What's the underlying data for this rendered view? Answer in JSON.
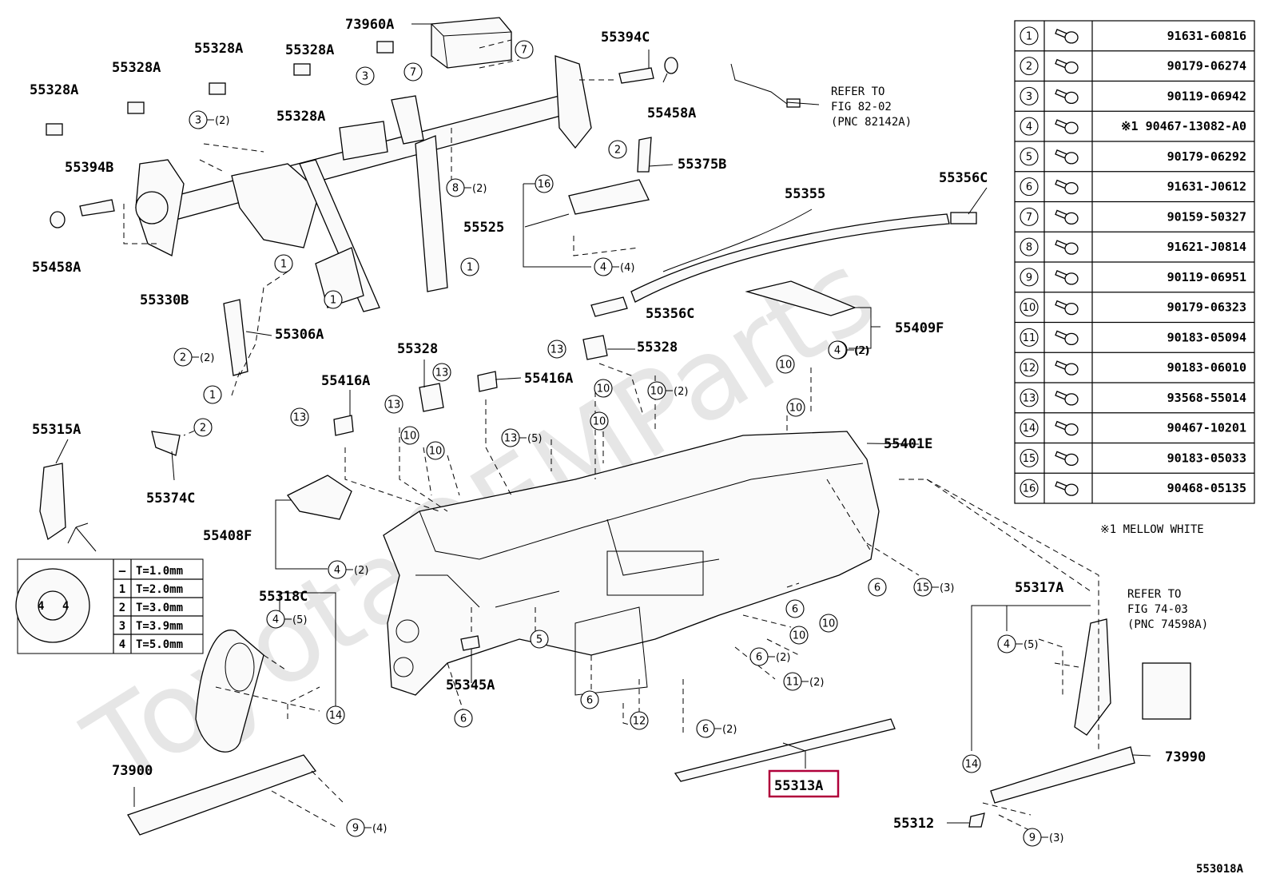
{
  "watermark": "ToyotaOEMParts",
  "diagram_code": "553018A",
  "highlighted_part": "55313A",
  "part_labels": [
    {
      "id": "73960A"
    },
    {
      "id": "55394C"
    },
    {
      "id": "55328A"
    },
    {
      "id": "55328A"
    },
    {
      "id": "55328A"
    },
    {
      "id": "55328A"
    },
    {
      "id": "55328A"
    },
    {
      "id": "55458A"
    },
    {
      "id": "55394B"
    },
    {
      "id": "55458A"
    },
    {
      "id": "55330B"
    },
    {
      "id": "55375B"
    },
    {
      "id": "55525"
    },
    {
      "id": "55355"
    },
    {
      "id": "55356C"
    },
    {
      "id": "55356C"
    },
    {
      "id": "55409F"
    },
    {
      "id": "55306A"
    },
    {
      "id": "55328"
    },
    {
      "id": "55328"
    },
    {
      "id": "55416A"
    },
    {
      "id": "55416A"
    },
    {
      "id": "55401E"
    },
    {
      "id": "55315A"
    },
    {
      "id": "55374C"
    },
    {
      "id": "55408F"
    },
    {
      "id": "55318C"
    },
    {
      "id": "55345A"
    },
    {
      "id": "55317A"
    },
    {
      "id": "73900"
    },
    {
      "id": "73990"
    },
    {
      "id": "55313A"
    },
    {
      "id": "55312"
    }
  ],
  "callouts": [
    {
      "n": "7",
      "qty": ""
    },
    {
      "n": "7",
      "qty": ""
    },
    {
      "n": "3",
      "qty": ""
    },
    {
      "n": "3",
      "qty": "(2)"
    },
    {
      "n": "8",
      "qty": "(2)"
    },
    {
      "n": "2",
      "qty": ""
    },
    {
      "n": "16",
      "qty": ""
    },
    {
      "n": "4",
      "qty": "(4)"
    },
    {
      "n": "1",
      "qty": ""
    },
    {
      "n": "1",
      "qty": ""
    },
    {
      "n": "1",
      "qty": ""
    },
    {
      "n": "2",
      "qty": "(2)"
    },
    {
      "n": "1",
      "qty": ""
    },
    {
      "n": "2",
      "qty": ""
    },
    {
      "n": "4",
      "qty": "(2)"
    },
    {
      "n": "13",
      "qty": ""
    },
    {
      "n": "13",
      "qty": ""
    },
    {
      "n": "13",
      "qty": ""
    },
    {
      "n": "13",
      "qty": ""
    },
    {
      "n": "10",
      "qty": ""
    },
    {
      "n": "10",
      "qty": "(2)"
    },
    {
      "n": "10",
      "qty": ""
    },
    {
      "n": "10",
      "qty": ""
    },
    {
      "n": "13",
      "qty": "(5)"
    },
    {
      "n": "10",
      "qty": ""
    },
    {
      "n": "10",
      "qty": ""
    },
    {
      "n": "10",
      "qty": ""
    },
    {
      "n": "4",
      "qty": "(2)"
    },
    {
      "n": "4",
      "qty": "(2)"
    },
    {
      "n": "4",
      "qty": "(5)"
    },
    {
      "n": "14",
      "qty": ""
    },
    {
      "n": "5",
      "qty": ""
    },
    {
      "n": "6",
      "qty": ""
    },
    {
      "n": "6",
      "qty": ""
    },
    {
      "n": "6",
      "qty": ""
    },
    {
      "n": "6",
      "qty": "(2)"
    },
    {
      "n": "11",
      "qty": "(2)"
    },
    {
      "n": "10",
      "qty": ""
    },
    {
      "n": "10",
      "qty": ""
    },
    {
      "n": "12",
      "qty": ""
    },
    {
      "n": "6",
      "qty": "(2)"
    },
    {
      "n": "6",
      "qty": ""
    },
    {
      "n": "15",
      "qty": "(3)"
    },
    {
      "n": "4",
      "qty": "(5)"
    },
    {
      "n": "14",
      "qty": ""
    },
    {
      "n": "9",
      "qty": "(4)"
    },
    {
      "n": "9",
      "qty": "(3)"
    }
  ],
  "refer_notes": [
    {
      "lines": [
        "REFER TO",
        "FIG 82-02",
        "(PNC 82142A)"
      ]
    },
    {
      "lines": [
        "REFER TO",
        "FIG 74-03",
        "(PNC 74598A)"
      ]
    }
  ],
  "fastener_table": {
    "rows": [
      {
        "n": "1",
        "part_no": "91631-60816"
      },
      {
        "n": "2",
        "part_no": "90179-06274"
      },
      {
        "n": "3",
        "part_no": "90119-06942"
      },
      {
        "n": "4",
        "part_no": "※1 90467-13082-A0"
      },
      {
        "n": "5",
        "part_no": "90179-06292"
      },
      {
        "n": "6",
        "part_no": "91631-J0612"
      },
      {
        "n": "7",
        "part_no": "90159-50327"
      },
      {
        "n": "8",
        "part_no": "91621-J0814"
      },
      {
        "n": "9",
        "part_no": "90119-06951"
      },
      {
        "n": "10",
        "part_no": "90179-06323"
      },
      {
        "n": "11",
        "part_no": "90183-05094"
      },
      {
        "n": "12",
        "part_no": "90183-06010"
      },
      {
        "n": "13",
        "part_no": "93568-55014"
      },
      {
        "n": "14",
        "part_no": "90467-10201"
      },
      {
        "n": "15",
        "part_no": "90183-05033"
      },
      {
        "n": "16",
        "part_no": "90468-05135"
      }
    ],
    "footnote": "※1 MELLOW WHITE"
  },
  "shim_table": {
    "rows": [
      {
        "mark": "—",
        "thickness": "T=1.0mm"
      },
      {
        "mark": "1",
        "thickness": "T=2.0mm"
      },
      {
        "mark": "2",
        "thickness": "T=3.0mm"
      },
      {
        "mark": "3",
        "thickness": "T=3.9mm"
      },
      {
        "mark": "4",
        "thickness": "T=5.0mm"
      }
    ],
    "washer_mark": "4"
  }
}
